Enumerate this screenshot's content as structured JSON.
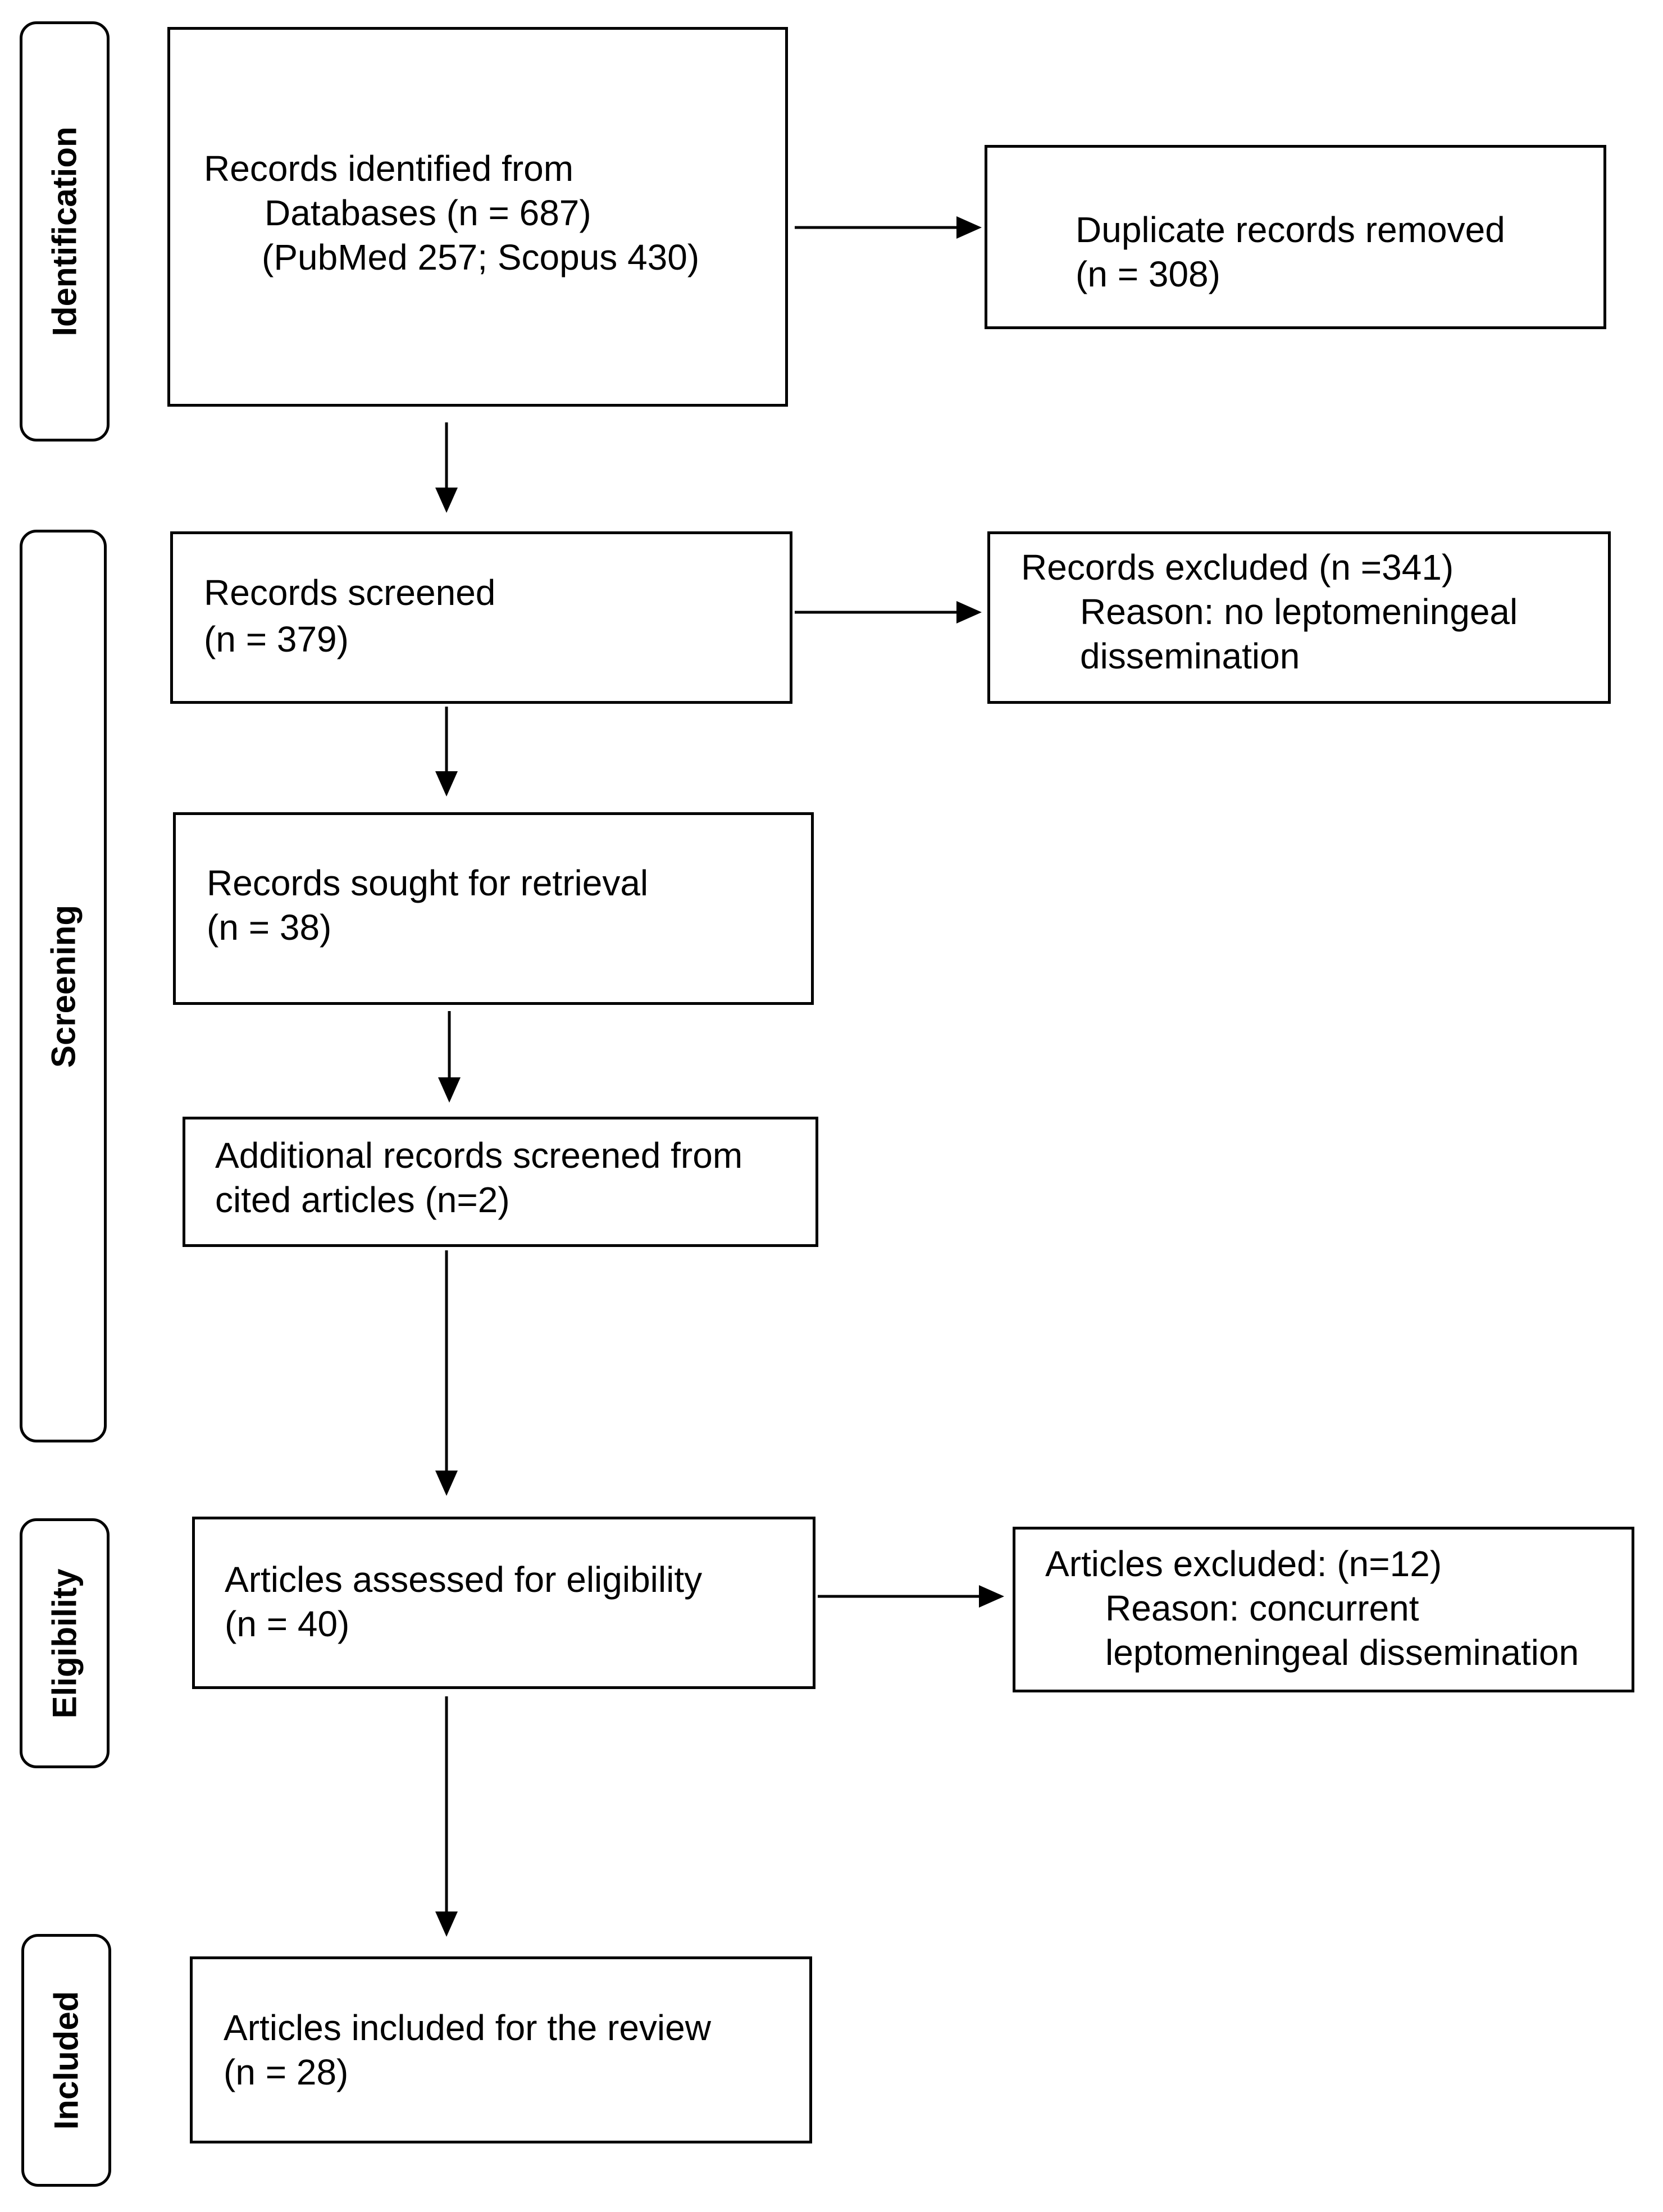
{
  "phases": {
    "identification": "Identification",
    "screening": "Screening",
    "eligibility": "Eligibility",
    "included": "Included"
  },
  "boxes": {
    "records_identified": {
      "line1": "Records identified from",
      "line2": "Databases (n = 687)",
      "line3": "(PubMed 257; Scopus 430)"
    },
    "duplicates_removed": {
      "line1": "Duplicate records removed",
      "line2": "(n = 308)"
    },
    "records_screened": {
      "line1": "Records screened",
      "line2": "(n = 379)"
    },
    "records_excluded": {
      "line1": "Records excluded (n =341)",
      "line2": "Reason: no leptomeningeal",
      "line3": "dissemination"
    },
    "records_sought": {
      "line1": "Records sought for retrieval",
      "line2": "(n = 38)"
    },
    "additional_records": {
      "line1": "Additional records screened from",
      "line2": "cited articles (n=2)"
    },
    "articles_assessed": {
      "line1": "Articles assessed for eligibility",
      "line2": "(n = 40)"
    },
    "articles_excluded": {
      "line1": "Articles excluded: (n=12)",
      "line2": "Reason: concurrent",
      "line3": "leptomeningeal dissemination"
    },
    "articles_included": {
      "line1": "Articles included for the review",
      "line2": "(n = 28)"
    }
  }
}
